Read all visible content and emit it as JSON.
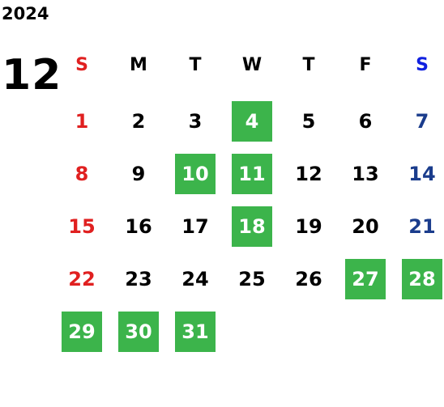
{
  "calendar": {
    "year": "2024",
    "month": "12",
    "weekday_headers": [
      "S",
      "M",
      "T",
      "W",
      "T",
      "F",
      "S"
    ],
    "first_weekday_index": 0,
    "days": [
      "1",
      "2",
      "3",
      "4",
      "5",
      "6",
      "7",
      "8",
      "9",
      "10",
      "11",
      "12",
      "13",
      "14",
      "15",
      "16",
      "17",
      "18",
      "19",
      "20",
      "21",
      "22",
      "23",
      "24",
      "25",
      "26",
      "27",
      "28",
      "29",
      "30",
      "31"
    ],
    "highlighted_days": [
      "4",
      "10",
      "11",
      "18",
      "27",
      "28",
      "29",
      "30",
      "31"
    ]
  },
  "colors": {
    "text": "#000000",
    "sunday": "#e02020",
    "saturday_header": "#1020e0",
    "saturday_day": "#1a3c8c",
    "highlight_bg": "#3cb44b",
    "highlight_text": "#ffffff"
  }
}
